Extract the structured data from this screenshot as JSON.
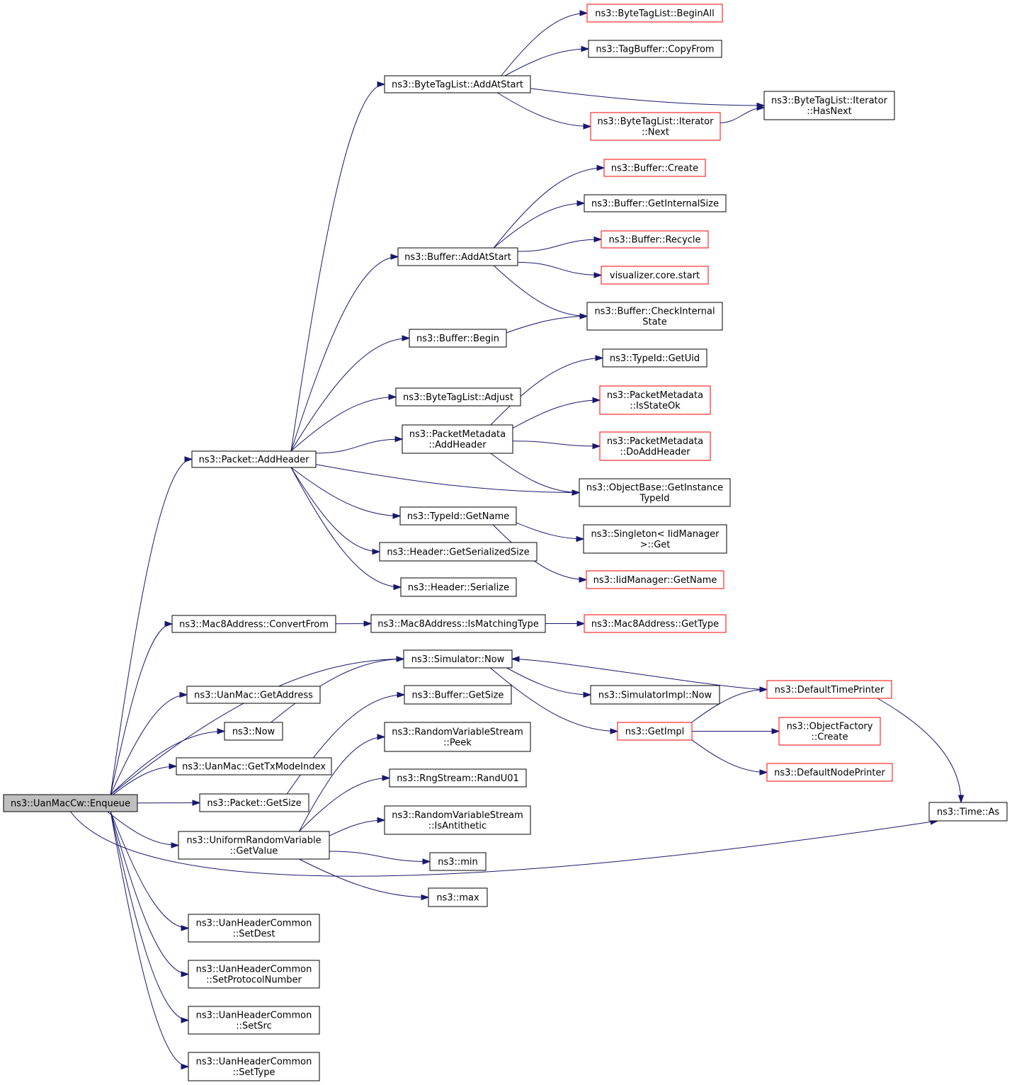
{
  "colors": {
    "edge": "#191970",
    "border_normal": "#000000",
    "border_truncated": "#ff0000",
    "fill_normal": "#ffffff",
    "fill_root": "#bfbfbf"
  },
  "nodes": [
    {
      "id": "root",
      "lines": [
        "ns3::UanMacCw::Enqueue"
      ],
      "style": "root"
    },
    {
      "id": "addHeader",
      "lines": [
        "ns3::Packet::AddHeader"
      ],
      "style": "normal"
    },
    {
      "id": "convertFrom",
      "lines": [
        "ns3::Mac8Address::ConvertFrom"
      ],
      "style": "normal"
    },
    {
      "id": "getAddress",
      "lines": [
        "ns3::UanMac::GetAddress"
      ],
      "style": "normal"
    },
    {
      "id": "now",
      "lines": [
        "ns3::Now"
      ],
      "style": "normal"
    },
    {
      "id": "getTxMode",
      "lines": [
        "ns3::UanMac::GetTxModeIndex"
      ],
      "style": "normal"
    },
    {
      "id": "pktGetSize",
      "lines": [
        "ns3::Packet::GetSize"
      ],
      "style": "normal"
    },
    {
      "id": "urvGetValue",
      "lines": [
        "ns3::UniformRandomVariable",
        "::GetValue"
      ],
      "style": "normal"
    },
    {
      "id": "setDest",
      "lines": [
        "ns3::UanHeaderCommon",
        "::SetDest"
      ],
      "style": "normal"
    },
    {
      "id": "setProto",
      "lines": [
        "ns3::UanHeaderCommon",
        "::SetProtocolNumber"
      ],
      "style": "normal"
    },
    {
      "id": "setSrc",
      "lines": [
        "ns3::UanHeaderCommon",
        "::SetSrc"
      ],
      "style": "normal"
    },
    {
      "id": "setType",
      "lines": [
        "ns3::UanHeaderCommon",
        "::SetType"
      ],
      "style": "normal"
    },
    {
      "id": "btlAddAtStart",
      "lines": [
        "ns3::ByteTagList::AddAtStart"
      ],
      "style": "normal"
    },
    {
      "id": "bufAddAtStart",
      "lines": [
        "ns3::Buffer::AddAtStart"
      ],
      "style": "normal"
    },
    {
      "id": "bufBegin",
      "lines": [
        "ns3::Buffer::Begin"
      ],
      "style": "normal"
    },
    {
      "id": "btlAdjust",
      "lines": [
        "ns3::ByteTagList::Adjust"
      ],
      "style": "normal"
    },
    {
      "id": "pmAddHeader",
      "lines": [
        "ns3::PacketMetadata",
        "::AddHeader"
      ],
      "style": "normal"
    },
    {
      "id": "typeGetName",
      "lines": [
        "ns3::TypeId::GetName"
      ],
      "style": "normal"
    },
    {
      "id": "hdrGetSerSize",
      "lines": [
        "ns3::Header::GetSerializedSize"
      ],
      "style": "normal"
    },
    {
      "id": "hdrSerialize",
      "lines": [
        "ns3::Header::Serialize"
      ],
      "style": "normal"
    },
    {
      "id": "isMatchingType",
      "lines": [
        "ns3::Mac8Address::IsMatchingType"
      ],
      "style": "normal"
    },
    {
      "id": "simNow",
      "lines": [
        "ns3::Simulator::Now"
      ],
      "style": "normal"
    },
    {
      "id": "bufGetSize",
      "lines": [
        "ns3::Buffer::GetSize"
      ],
      "style": "normal"
    },
    {
      "id": "rvsPeek",
      "lines": [
        "ns3::RandomVariableStream",
        "::Peek"
      ],
      "style": "normal"
    },
    {
      "id": "randU01",
      "lines": [
        "ns3::RngStream::RandU01"
      ],
      "style": "normal"
    },
    {
      "id": "isAntithetic",
      "lines": [
        "ns3::RandomVariableStream",
        "::IsAntithetic"
      ],
      "style": "normal"
    },
    {
      "id": "min",
      "lines": [
        "ns3::min"
      ],
      "style": "normal"
    },
    {
      "id": "max",
      "lines": [
        "ns3::max"
      ],
      "style": "normal"
    },
    {
      "id": "beginAll",
      "lines": [
        "ns3::ByteTagList::BeginAll"
      ],
      "style": "truncated"
    },
    {
      "id": "copyFrom",
      "lines": [
        "ns3::TagBuffer::CopyFrom"
      ],
      "style": "normal"
    },
    {
      "id": "iterNext",
      "lines": [
        "ns3::ByteTagList::Iterator",
        "::Next"
      ],
      "style": "truncated"
    },
    {
      "id": "bufCreate",
      "lines": [
        "ns3::Buffer::Create"
      ],
      "style": "truncated"
    },
    {
      "id": "bufGetInternalSize",
      "lines": [
        "ns3::Buffer::GetInternalSize"
      ],
      "style": "normal"
    },
    {
      "id": "bufRecycle",
      "lines": [
        "ns3::Buffer::Recycle"
      ],
      "style": "truncated"
    },
    {
      "id": "visStart",
      "lines": [
        "visualizer.core.start"
      ],
      "style": "truncated"
    },
    {
      "id": "checkInternal",
      "lines": [
        "ns3::Buffer::CheckInternal",
        "State"
      ],
      "style": "normal"
    },
    {
      "id": "getUid",
      "lines": [
        "ns3::TypeId::GetUid"
      ],
      "style": "normal"
    },
    {
      "id": "isStateOk",
      "lines": [
        "ns3::PacketMetadata",
        "::IsStateOk"
      ],
      "style": "truncated"
    },
    {
      "id": "doAddHeader",
      "lines": [
        "ns3::PacketMetadata",
        "::DoAddHeader"
      ],
      "style": "truncated"
    },
    {
      "id": "getInstanceTypeId",
      "lines": [
        "ns3::ObjectBase::GetInstance",
        "TypeId"
      ],
      "style": "normal"
    },
    {
      "id": "singletonGet",
      "lines": [
        "ns3::Singleton< IidManager",
        " >::Get"
      ],
      "style": "normal"
    },
    {
      "id": "iidGetName",
      "lines": [
        "ns3::IidManager::GetName"
      ],
      "style": "truncated"
    },
    {
      "id": "macGetType",
      "lines": [
        "ns3::Mac8Address::GetType"
      ],
      "style": "truncated"
    },
    {
      "id": "simImplNow",
      "lines": [
        "ns3::SimulatorImpl::Now"
      ],
      "style": "normal"
    },
    {
      "id": "getImpl",
      "lines": [
        "ns3::GetImpl"
      ],
      "style": "truncated"
    },
    {
      "id": "defaultTimePrinter",
      "lines": [
        "ns3::DefaultTimePrinter"
      ],
      "style": "truncated"
    },
    {
      "id": "objFactoryCreate",
      "lines": [
        "ns3::ObjectFactory",
        "::Create"
      ],
      "style": "truncated"
    },
    {
      "id": "defaultNodePrinter",
      "lines": [
        "ns3::DefaultNodePrinter"
      ],
      "style": "truncated"
    },
    {
      "id": "hasNext",
      "lines": [
        "ns3::ByteTagList::Iterator",
        "::HasNext"
      ],
      "style": "normal"
    },
    {
      "id": "timeAs",
      "lines": [
        "ns3::Time::As"
      ],
      "style": "normal"
    }
  ],
  "edges": [
    {
      "from": "root",
      "to": "addHeader"
    },
    {
      "from": "root",
      "to": "convertFrom"
    },
    {
      "from": "root",
      "to": "simNow"
    },
    {
      "from": "root",
      "to": "getAddress"
    },
    {
      "from": "root",
      "to": "now"
    },
    {
      "from": "root",
      "to": "getTxMode"
    },
    {
      "from": "root",
      "to": "pktGetSize"
    },
    {
      "from": "root",
      "to": "urvGetValue"
    },
    {
      "from": "root",
      "to": "timeAs"
    },
    {
      "from": "root",
      "to": "setDest"
    },
    {
      "from": "root",
      "to": "setProto"
    },
    {
      "from": "root",
      "to": "setSrc"
    },
    {
      "from": "root",
      "to": "setType"
    },
    {
      "from": "addHeader",
      "to": "btlAddAtStart"
    },
    {
      "from": "addHeader",
      "to": "bufAddAtStart"
    },
    {
      "from": "addHeader",
      "to": "bufBegin"
    },
    {
      "from": "addHeader",
      "to": "btlAdjust"
    },
    {
      "from": "addHeader",
      "to": "pmAddHeader"
    },
    {
      "from": "addHeader",
      "to": "getInstanceTypeId"
    },
    {
      "from": "addHeader",
      "to": "typeGetName"
    },
    {
      "from": "addHeader",
      "to": "hdrGetSerSize"
    },
    {
      "from": "addHeader",
      "to": "hdrSerialize"
    },
    {
      "from": "btlAddAtStart",
      "to": "beginAll"
    },
    {
      "from": "btlAddAtStart",
      "to": "copyFrom"
    },
    {
      "from": "btlAddAtStart",
      "to": "hasNext"
    },
    {
      "from": "btlAddAtStart",
      "to": "iterNext"
    },
    {
      "from": "iterNext",
      "to": "hasNext"
    },
    {
      "from": "bufAddAtStart",
      "to": "bufCreate"
    },
    {
      "from": "bufAddAtStart",
      "to": "bufGetInternalSize"
    },
    {
      "from": "bufAddAtStart",
      "to": "bufRecycle"
    },
    {
      "from": "bufAddAtStart",
      "to": "visStart"
    },
    {
      "from": "bufAddAtStart",
      "to": "checkInternal"
    },
    {
      "from": "bufBegin",
      "to": "checkInternal"
    },
    {
      "from": "pmAddHeader",
      "to": "getUid"
    },
    {
      "from": "pmAddHeader",
      "to": "isStateOk"
    },
    {
      "from": "pmAddHeader",
      "to": "doAddHeader"
    },
    {
      "from": "pmAddHeader",
      "to": "getInstanceTypeId"
    },
    {
      "from": "typeGetName",
      "to": "singletonGet"
    },
    {
      "from": "typeGetName",
      "to": "iidGetName"
    },
    {
      "from": "convertFrom",
      "to": "isMatchingType"
    },
    {
      "from": "isMatchingType",
      "to": "macGetType"
    },
    {
      "from": "simNow",
      "to": "simImplNow"
    },
    {
      "from": "simNow",
      "to": "getImpl"
    },
    {
      "from": "defaultTimePrinter",
      "to": "simNow"
    },
    {
      "from": "defaultTimePrinter",
      "to": "timeAs"
    },
    {
      "from": "getImpl",
      "to": "defaultTimePrinter"
    },
    {
      "from": "getImpl",
      "to": "objFactoryCreate"
    },
    {
      "from": "getImpl",
      "to": "defaultNodePrinter"
    },
    {
      "from": "now",
      "to": "simNow"
    },
    {
      "from": "pktGetSize",
      "to": "bufGetSize"
    },
    {
      "from": "urvGetValue",
      "to": "rvsPeek"
    },
    {
      "from": "urvGetValue",
      "to": "randU01"
    },
    {
      "from": "urvGetValue",
      "to": "isAntithetic"
    },
    {
      "from": "urvGetValue",
      "to": "min"
    },
    {
      "from": "urvGetValue",
      "to": "max"
    }
  ]
}
